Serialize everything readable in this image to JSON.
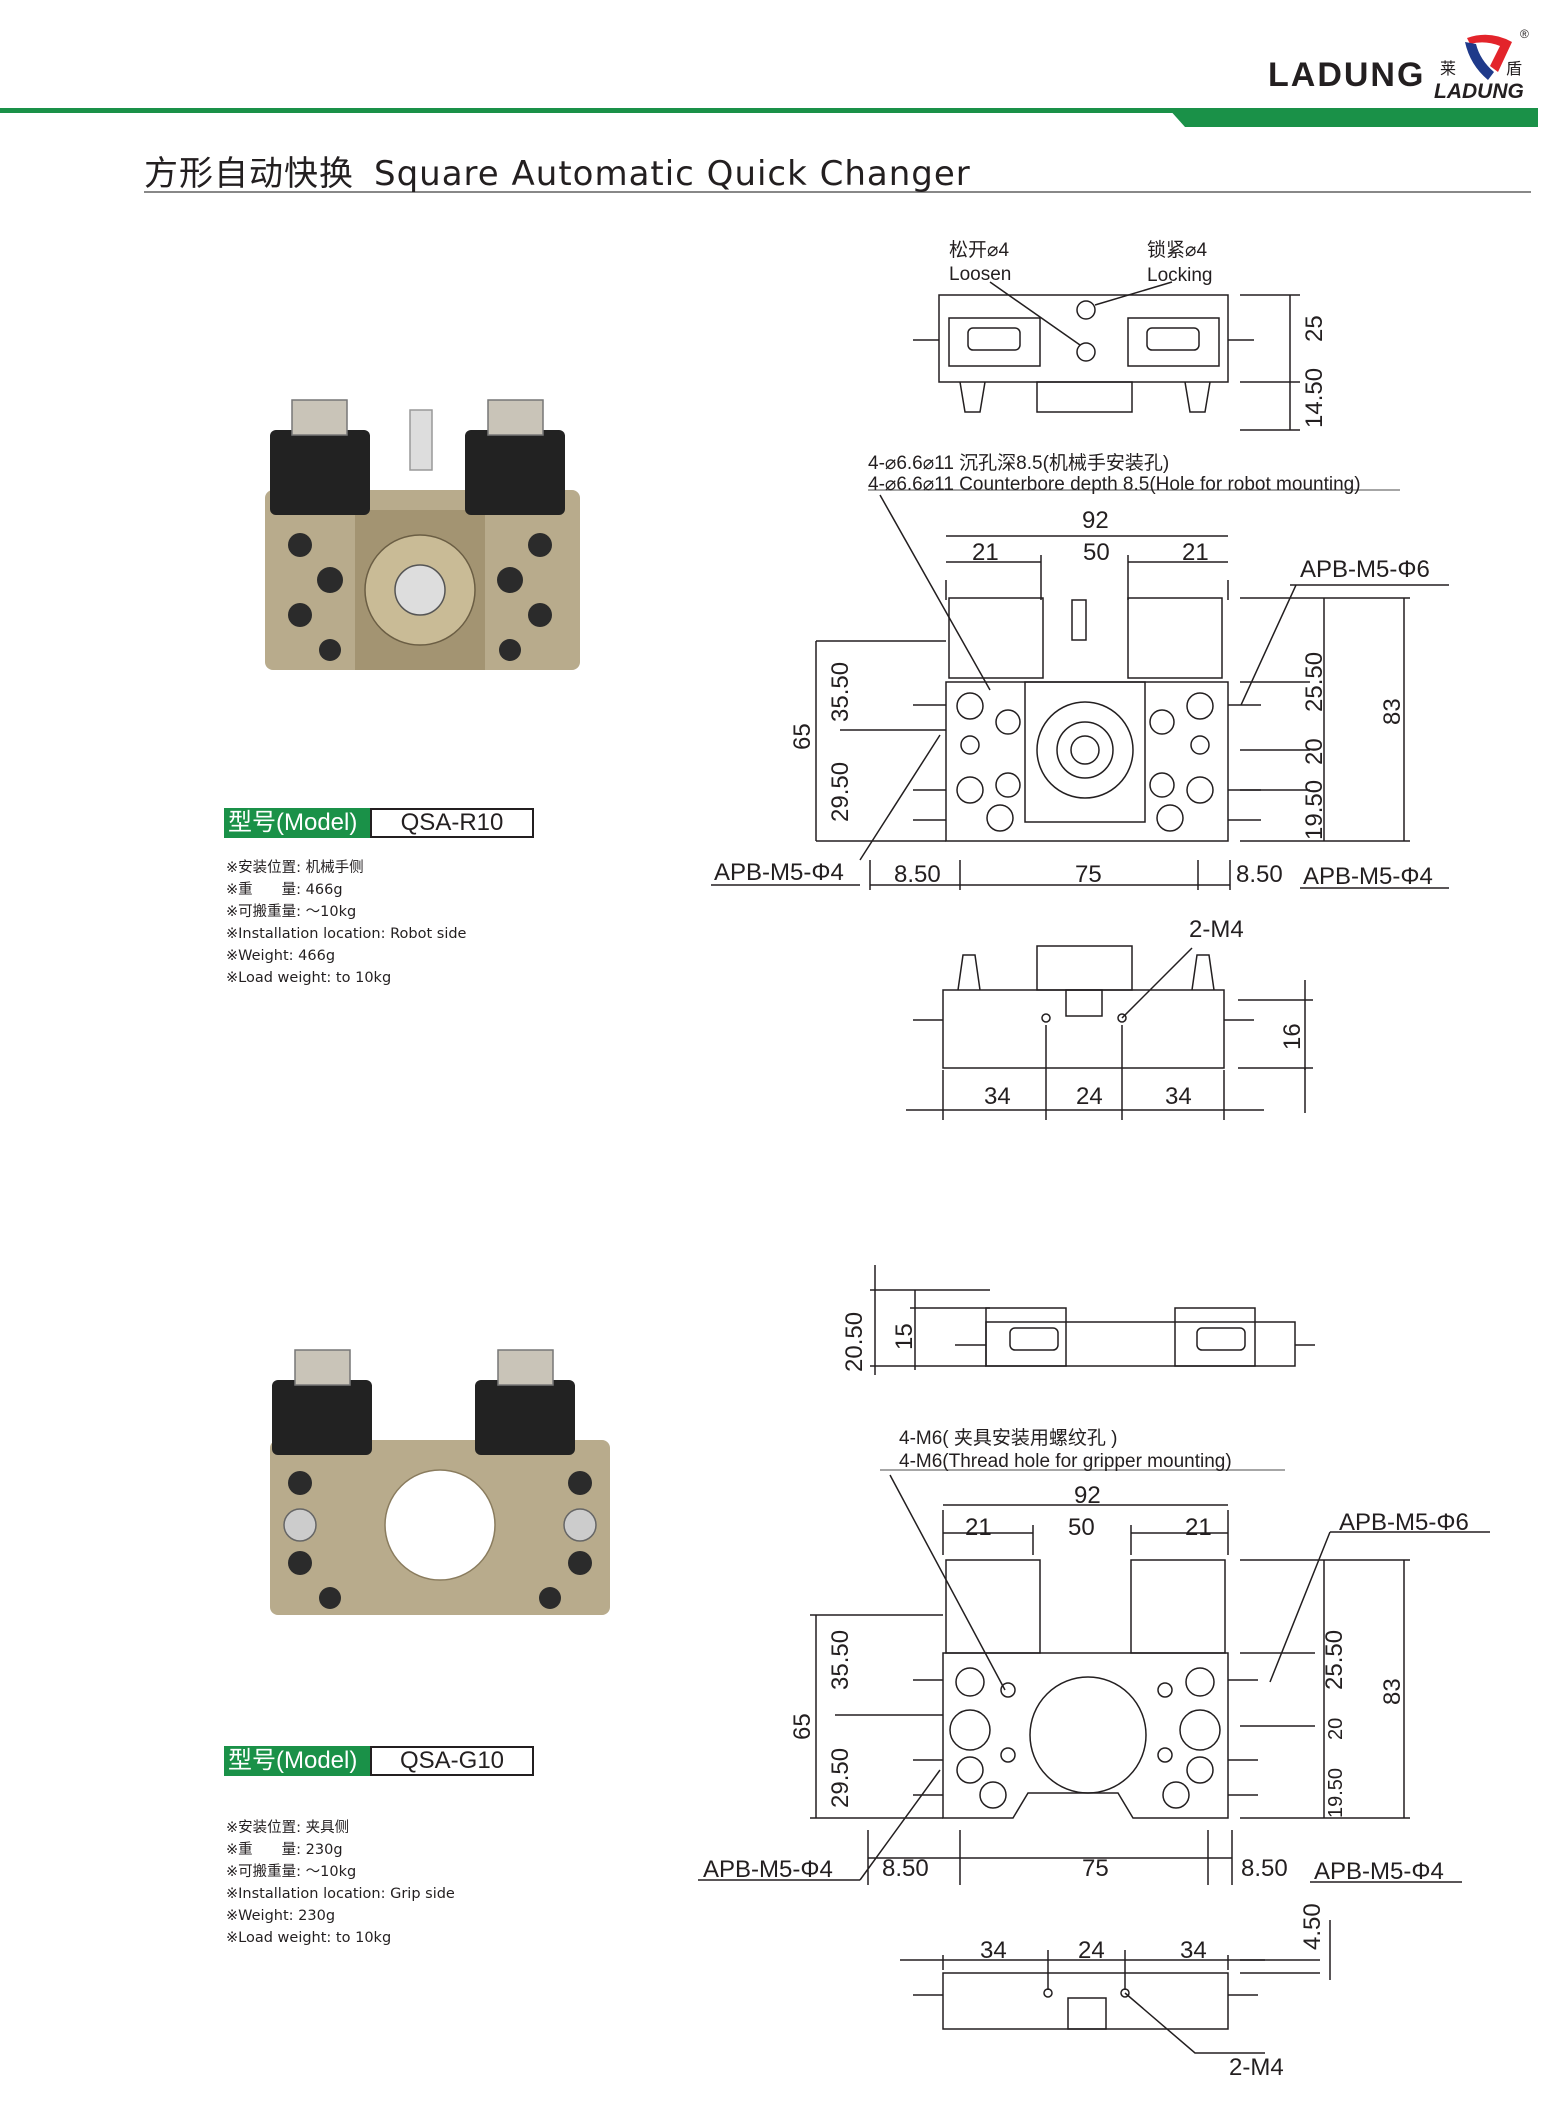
{
  "brand": {
    "wordmark": "LADUNG",
    "logo_cn_left": "莱",
    "logo_cn_right": "盾",
    "logo_text": "LADUNG",
    "registered": "®",
    "colors": {
      "green": "#1a9148",
      "blue": "#1f3a8a",
      "orange": "#e8742a",
      "red": "#e3242b"
    }
  },
  "title": {
    "cn": "方形自动快换",
    "en": "Square Automatic Quick Changer"
  },
  "products": [
    {
      "model_label": "型号(Model)",
      "model": "QSA-R10",
      "specs": [
        "※安装位置: 机械手侧",
        "※重　　量: 466g",
        "※可搬重量: ～10kg",
        "※Installation location: Robot side",
        "※Weight: 466g",
        "※Load weight: to 10kg"
      ]
    },
    {
      "model_label": "型号(Model)",
      "model": "QSA-G10",
      "specs": [
        "※安装位置: 夹具侧",
        "※重　　量: 230g",
        "※可搬重量: ～10kg",
        "※Installation location: Grip side",
        "※Weight: 230g",
        "※Load weight: to 10kg"
      ]
    }
  ],
  "drawing_r10": {
    "top": {
      "loosen_cn": "松开⌀4",
      "loosen_en": "Loosen",
      "lock_cn": "锁紧⌀4",
      "lock_en": "Locking",
      "d1": "25",
      "d2": "14.50"
    },
    "front": {
      "note_cn": "4-⌀6.6⌀11 沉孔深8.5(机械手安装孔)",
      "note_en": "4-⌀6.6⌀11 Counterbore depth 8.5(Hole for robot mounting)",
      "w92": "92",
      "w21a": "21",
      "w50": "50",
      "w21b": "21",
      "apb6": "APB-M5-Φ6",
      "h3550": "35.50",
      "h2950": "29.50",
      "h65": "65",
      "r2550": "25.50",
      "r20": "20",
      "r1950": "19.50",
      "r83": "83",
      "apb4l": "APB-M5-Φ4",
      "b850a": "8.50",
      "b75": "75",
      "b850b": "8.50",
      "apb4r": "APB-M5-Φ4"
    },
    "side": {
      "m4": "2-M4",
      "h16": "16",
      "s34a": "34",
      "s24": "24",
      "s34b": "34"
    }
  },
  "drawing_g10": {
    "top": {
      "d1": "20.50",
      "d2": "15"
    },
    "front": {
      "note_cn": "4-M6( 夹具安装用螺纹孔 )",
      "note_en": "4-M6(Thread hole for gripper mounting)",
      "w92": "92",
      "w21a": "21",
      "w50": "50",
      "w21b": "21",
      "apb6": "APB-M5-Φ6",
      "h3550": "35.50",
      "h2950": "29.50",
      "h65": "65",
      "r2550": "25.50",
      "r20": "20",
      "r1950": "19.50",
      "r83": "83",
      "apb4l": "APB-M5-Φ4",
      "b850a": "8.50",
      "b75": "75",
      "b850b": "8.50",
      "apb4r": "APB-M5-Φ4"
    },
    "bottom": {
      "h450": "4.50",
      "s34a": "34",
      "s24": "24",
      "s34b": "34",
      "m4": "2-M4"
    }
  }
}
